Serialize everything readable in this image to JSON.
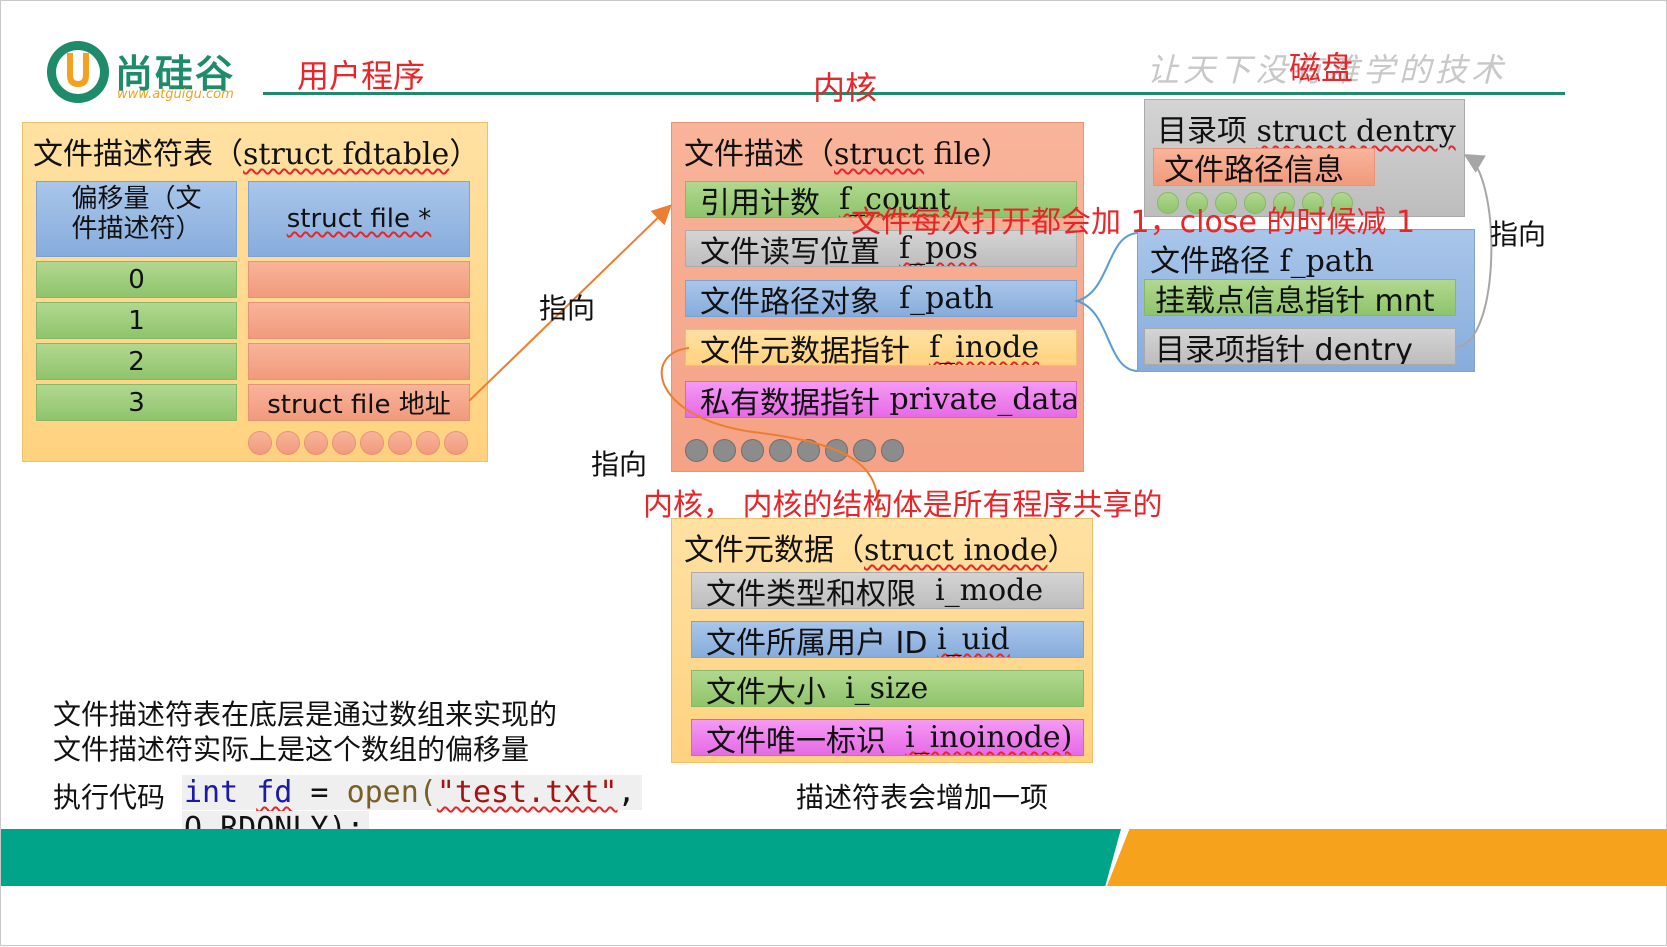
{
  "header": {
    "logo_name": "尚硅谷",
    "logo_url": "www.atguigu.com",
    "slogan": "让天下没有难学的技术",
    "title_user": "用户程序",
    "title_kernel": "内核",
    "title_disk": "磁盘"
  },
  "fdtable": {
    "title_cn": "文件描述符表（",
    "title_struct": "struct fdtable",
    "title_close": "）",
    "col_offset": "偏移量（文件描述符）",
    "col_file": "struct file *",
    "indexes": [
      "0",
      "1",
      "2",
      "3"
    ],
    "last_entry": "struct file 地址"
  },
  "file_struct": {
    "title_cn": "文件描述（",
    "title_struct": "struct",
    "title_file": " file）",
    "rows": [
      {
        "cn": "引用计数",
        "field": "f_count"
      },
      {
        "cn": "文件读写位置",
        "field": "f_pos"
      },
      {
        "cn": "文件路径对象",
        "field": "f_path"
      },
      {
        "cn": "文件元数据指针",
        "field": "f_inode"
      },
      {
        "cn": "私有数据指针",
        "field": "private_data"
      }
    ]
  },
  "dentry": {
    "title_cn": "目录项 ",
    "title_struct": "struct dentry",
    "path_info": "文件路径信息"
  },
  "fpath": {
    "title": "文件路径  f_path",
    "mnt": "挂载点信息指针 mnt",
    "dentry_ptr": "目录项指针  dentry"
  },
  "inode": {
    "title_cn": "文件元数据（",
    "title_struct": "struct inode",
    "title_close": "）",
    "rows": [
      {
        "cn": "文件类型和权限",
        "field": "i_mode"
      },
      {
        "cn": "文件所属用户 ID",
        "field": "i_uid"
      },
      {
        "cn": "文件大小",
        "field": "i_size"
      },
      {
        "cn": "文件唯一标识",
        "field": "i_inoinode)"
      }
    ]
  },
  "annotations": {
    "pointer1": "指向",
    "pointer2": "指向",
    "pointer3": "指向",
    "refcount_note": "文件每次打开都会加 1，close 的时候减 1",
    "kernel_note": "内核， 内核的结构体是所有程序共享的",
    "fdtable_note1": "文件描述符表在底层是通过数组来实现的",
    "fdtable_note2": "文件描述符实际上是这个数组的偏移量",
    "exec_label": "执行代码",
    "code_kw": "int",
    "code_var": "fd",
    "code_eq": " = ",
    "code_fn": "open(",
    "code_str": "\"test.txt\"",
    "code_comma": ",",
    "code_line2": "O_RDONLY);",
    "table_grow": "描述符表会增加一项"
  },
  "colors": {
    "accent_green": "#1e8c6a",
    "teal_bar": "#00a488",
    "orange_bar": "#f7a21c",
    "red_text": "#e8262a"
  }
}
